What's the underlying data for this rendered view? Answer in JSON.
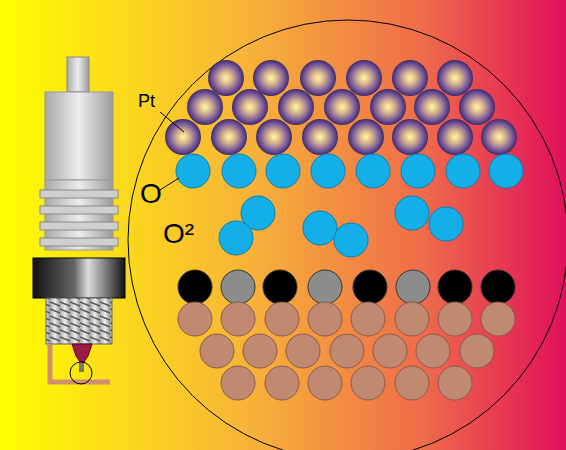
{
  "diagram": {
    "labels": [
      "Pt",
      "O",
      "O²"
    ]
  }
}
